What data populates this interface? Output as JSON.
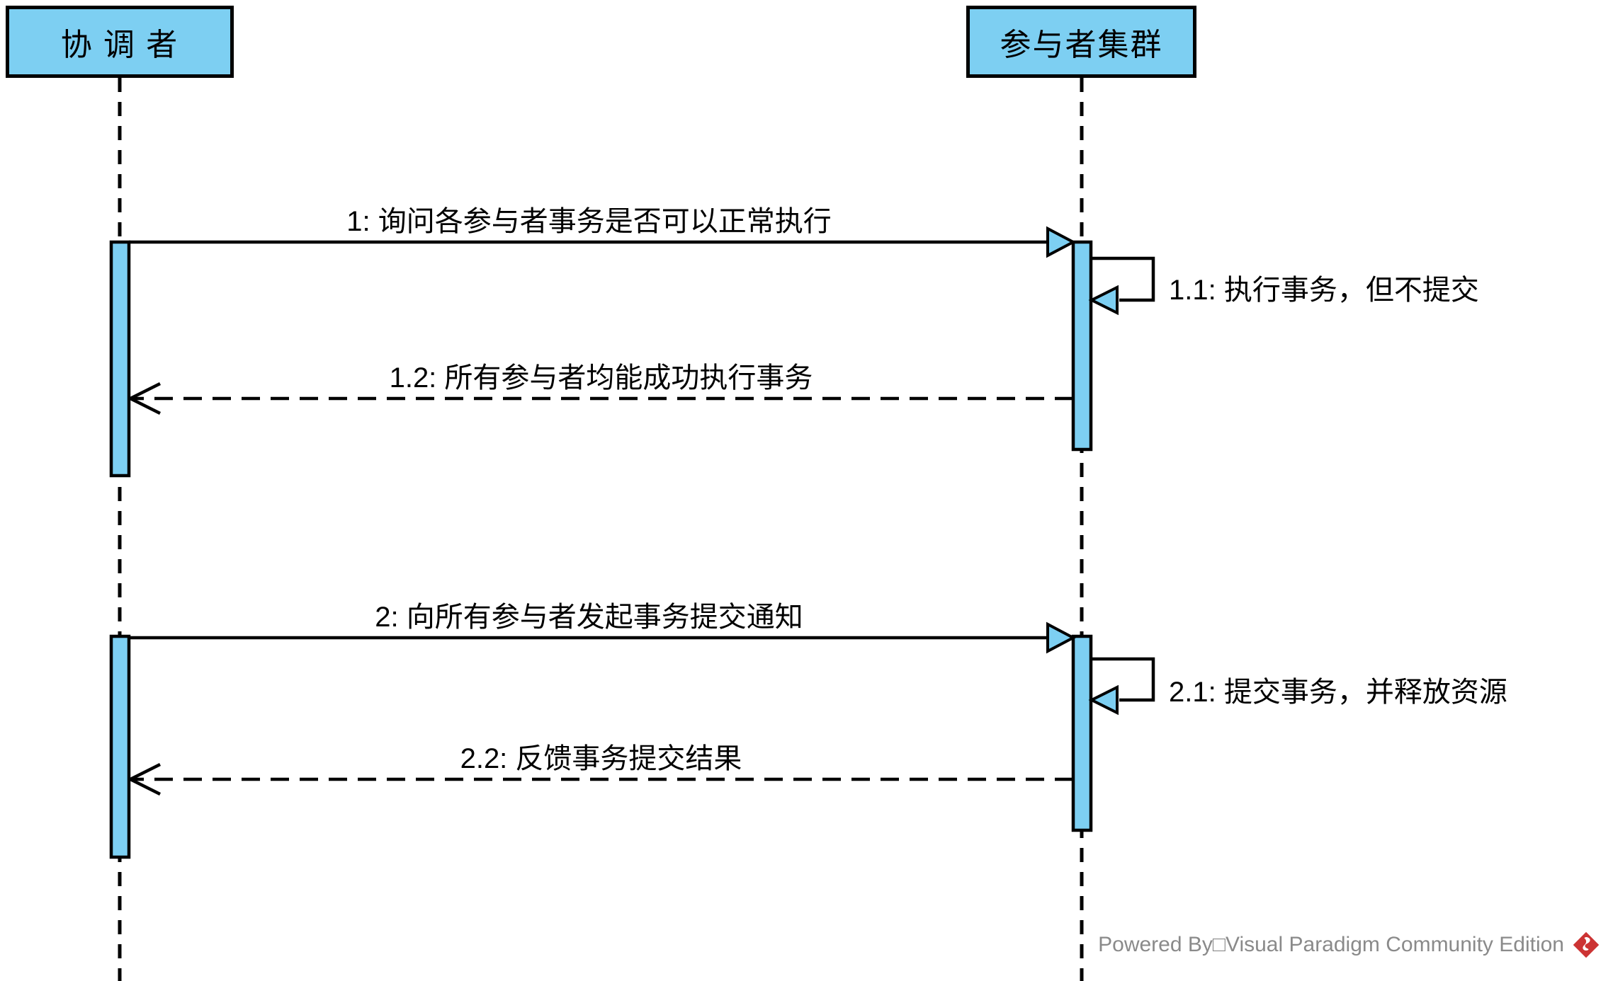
{
  "diagram": {
    "type": "uml-sequence-diagram",
    "background": "#FFFFFF",
    "colors": {
      "shape_fill": "#7DCFF2",
      "stroke": "#000000",
      "text": "#000000",
      "watermark_text": "#8A8A8A",
      "logo_red": "#CC3333"
    },
    "lifelines": [
      {
        "id": "coordinator",
        "label": "协 调 者"
      },
      {
        "id": "participants",
        "label": "参与者集群"
      }
    ],
    "messages": [
      {
        "seq": "1",
        "kind": "sync",
        "from": "coordinator",
        "to": "participants",
        "label": "1: 询问各参与者事务是否可以正常执行"
      },
      {
        "seq": "1.1",
        "kind": "self",
        "from": "participants",
        "to": "participants",
        "label": "1.1: 执行事务，但不提交"
      },
      {
        "seq": "1.2",
        "kind": "return",
        "from": "participants",
        "to": "coordinator",
        "label": "1.2: 所有参与者均能成功执行事务"
      },
      {
        "seq": "2",
        "kind": "sync",
        "from": "coordinator",
        "to": "participants",
        "label": "2: 向所有参与者发起事务提交通知"
      },
      {
        "seq": "2.1",
        "kind": "self",
        "from": "participants",
        "to": "participants",
        "label": "2.1: 提交事务，并释放资源"
      },
      {
        "seq": "2.2",
        "kind": "return",
        "from": "participants",
        "to": "coordinator",
        "label": "2.2: 反馈事务提交结果"
      }
    ],
    "watermark": {
      "text": "Powered By□Visual Paradigm Community Edition",
      "logo": "visual-paradigm-logo"
    }
  }
}
